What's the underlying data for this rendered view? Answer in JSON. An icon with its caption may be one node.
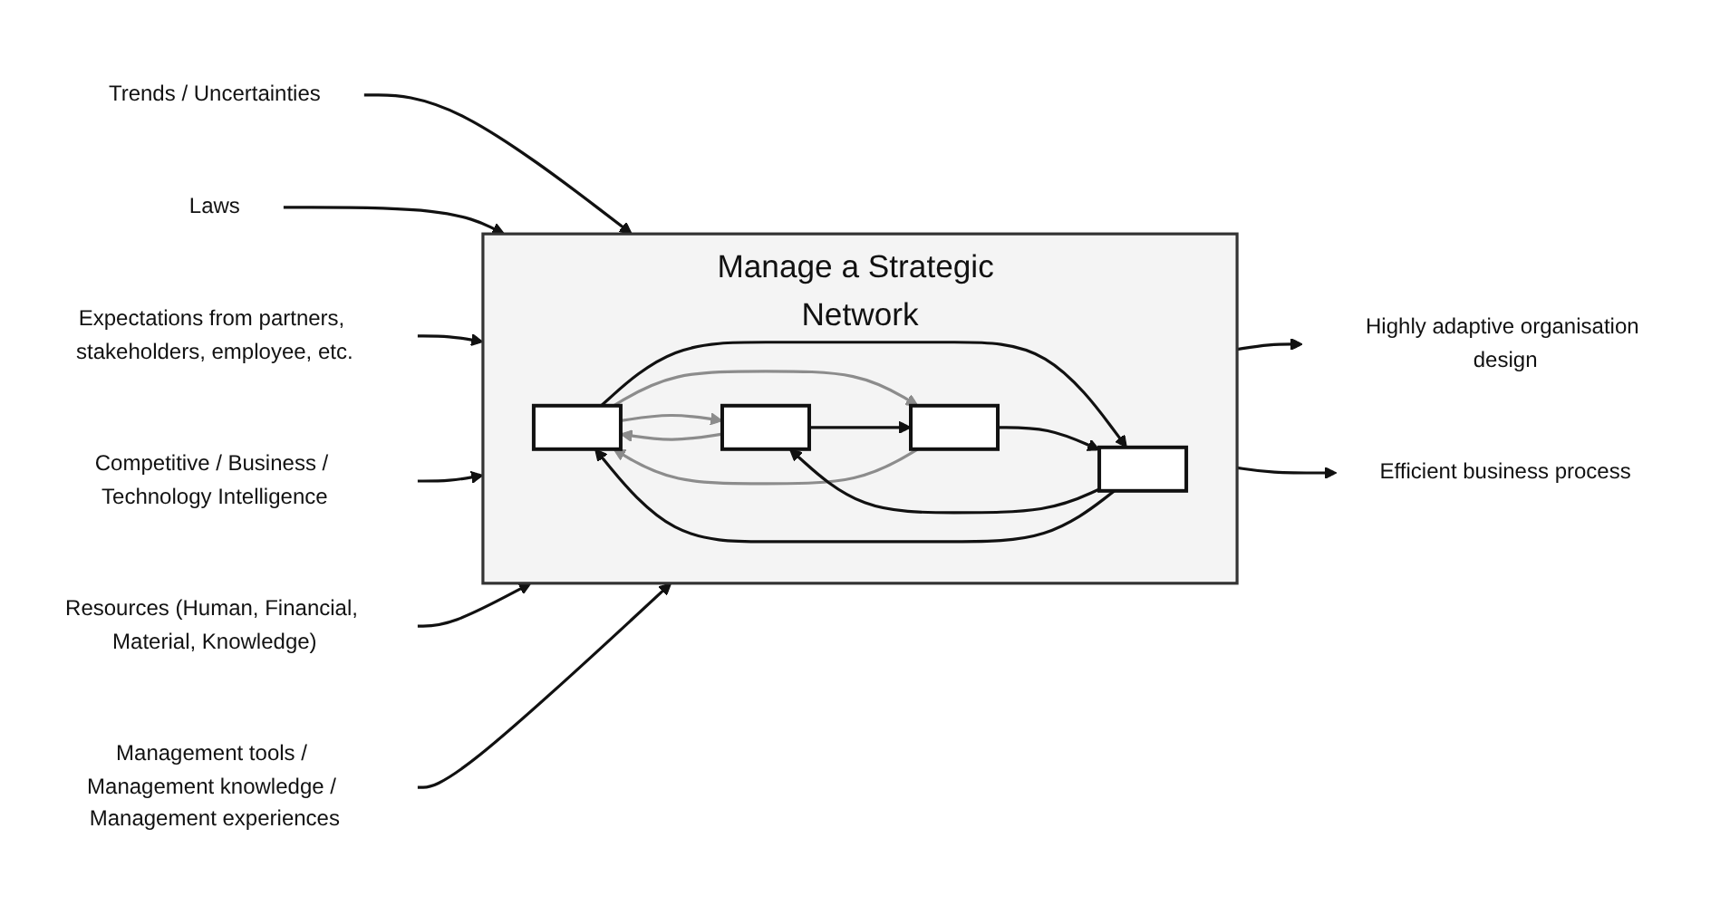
{
  "diagram": {
    "nodes": [
      {
        "text": [
          "Manage a Strategic Network"
        ]
      },
      {
        "text": [],
        "shape": "box",
        "in": 0
      },
      {
        "text": [],
        "shape": "box",
        "in": 0
      },
      {
        "text": [],
        "shape": "box",
        "in": 0
      },
      {
        "text": [],
        "shape": "box",
        "in": 0
      },
      {
        "text": [
          "Trends / Uncertainties"
        ]
      },
      {
        "text": [
          "Laws"
        ]
      },
      {
        "text": [
          "Expectations from partners, stakeholders, employee, etc."
        ]
      },
      {
        "text": [
          "Competitive / Business / Technology Intelligence"
        ]
      },
      {
        "text": [
          "Highly adaptive organisation design"
        ]
      },
      {
        "text": [
          "Resources (Human, Financial, Material, Knowledge)"
        ]
      },
      {
        "text": [
          "Efficient business process"
        ]
      },
      {
        "text": [
          "Management tools / Management knowledge / Management experiences"
        ]
      }
    ],
    "edges": [
      {
        "from": 5,
        "to": 0,
        "arrow": "to"
      },
      {
        "from": 6,
        "to": 0,
        "arrow": "to"
      },
      {
        "from": 7,
        "to": 0,
        "arrow": "to"
      },
      {
        "from": 8,
        "to": 0,
        "arrow": "to"
      },
      {
        "from": 10,
        "to": 0,
        "arrow": "to"
      },
      {
        "from": 12,
        "to": 0,
        "arrow": "to"
      },
      {
        "from": 0,
        "to": 9,
        "arrow": "to"
      },
      {
        "from": 0,
        "to": 11,
        "arrow": "to"
      },
      {
        "from": 1,
        "to": 2,
        "arrow": "to",
        "color": "#8c8c8c"
      },
      {
        "from": 1,
        "to": 3,
        "arrow": "to",
        "color": "#8c8c8c"
      },
      {
        "from": 1,
        "to": 4,
        "arrow": "to"
      },
      {
        "from": 2,
        "to": 3,
        "arrow": "to"
      },
      {
        "from": 3,
        "to": 4,
        "arrow": "to"
      },
      {
        "from": 2,
        "to": 1,
        "arrow": "to",
        "color": "#8c8c8c"
      },
      {
        "from": 3,
        "to": 1,
        "arrow": "to",
        "color": "#8c8c8c"
      },
      {
        "from": 4,
        "to": 2,
        "arrow": "to"
      },
      {
        "from": 4,
        "to": 1,
        "arrow": "to"
      }
    ]
  }
}
